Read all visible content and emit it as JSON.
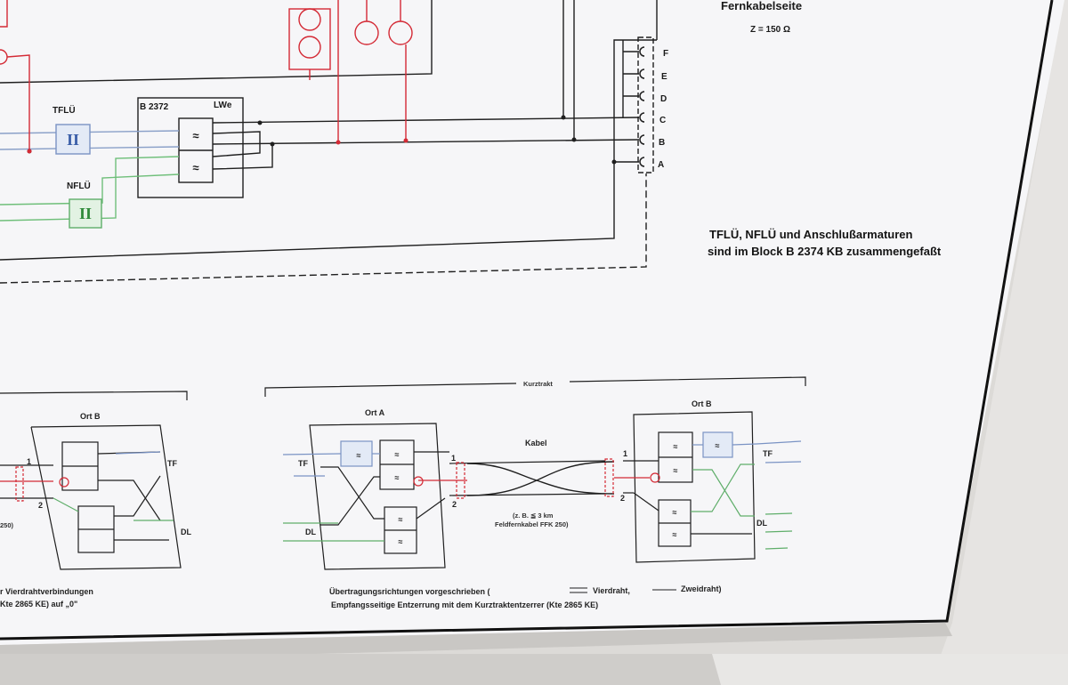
{
  "header": {
    "title": "Fernkabelseite",
    "impedance": "Z = 150 Ω"
  },
  "top_schematic": {
    "tflu_label": "TFLÜ",
    "nflu_label": "NFLÜ",
    "block_label": "B 2372",
    "lwe_label": "LWe",
    "filter_symbol": "≈",
    "transformer_symbol": "II",
    "terminals": [
      "F",
      "E",
      "D",
      "C",
      "B",
      "A"
    ]
  },
  "annotation": {
    "line1": "TFLÜ, NFLÜ und Anschlußarmaturen",
    "line2": "sind im Block B 2374 KB zusammengefaßt"
  },
  "bottom_left": {
    "ort_label": "Ort B",
    "tf_label": "TF",
    "dl_label": "DL",
    "wire1": "1",
    "wire2": "2",
    "partial_250": "250)",
    "caption_line1": "r Vierdrahtverbindungen",
    "caption_line2": "Kte 2865 KE)  auf „0\""
  },
  "bottom_right": {
    "bracket_label": "Kurztrakt",
    "ort_a_label": "Ort A",
    "ort_b_label": "Ort B",
    "kabel_label": "Kabel",
    "cable_note_line1": "(z. B. ≦ 3 km",
    "cable_note_line2": "Feldfernkabel FFK 250)",
    "tf_label": "TF",
    "dl_label": "DL",
    "wire1": "1",
    "wire2": "2",
    "caption_line1_prefix": "Übertragungsrichtungen vorgeschrieben (",
    "caption_vierdraht": "Vierdraht,",
    "caption_zweidraht": "Zweidraht)",
    "caption_line2": "Empfangsseitige Entzerrung mit dem Kurztraktentzerrer (Kte 2865 KE)"
  },
  "colors": {
    "paper": "#f7f7f8",
    "line": "#1f1f1f",
    "red": "#d42a35",
    "blue": "#7a93c4",
    "green": "#5fae6a",
    "wall": "#d8d6d3"
  }
}
